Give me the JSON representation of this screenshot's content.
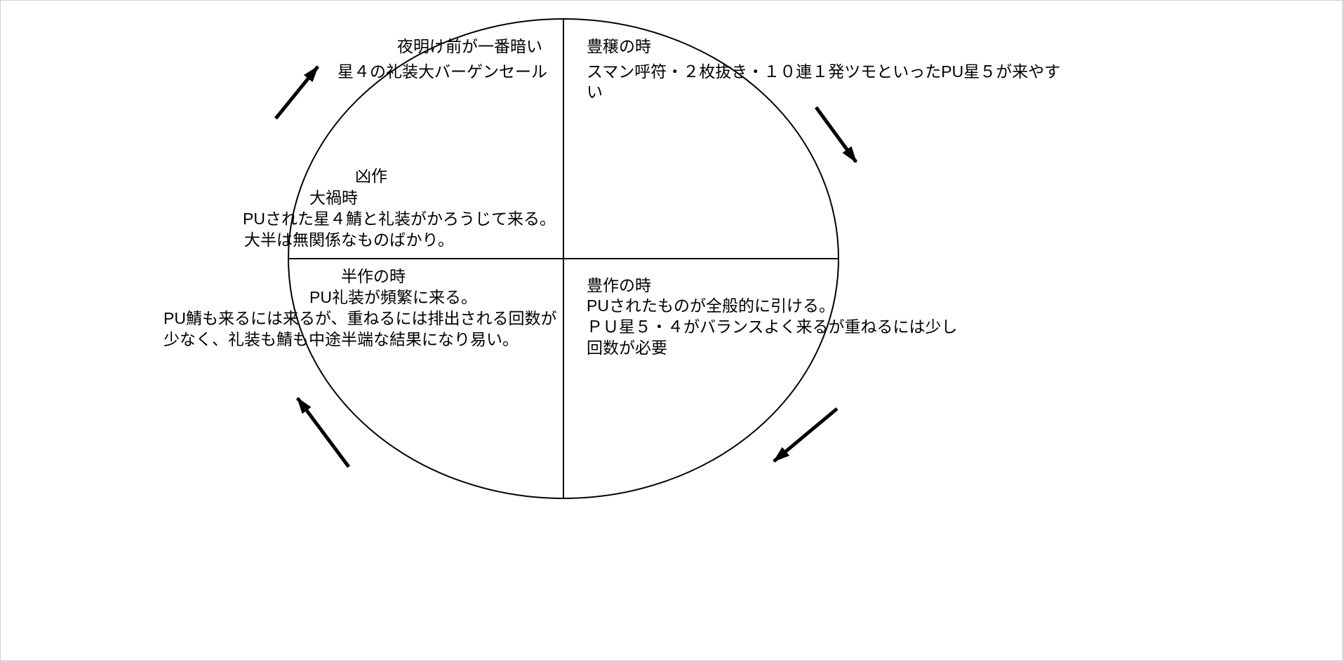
{
  "colors": {
    "background": "#ffffff",
    "stroke": "#000000",
    "page_border": "#cfcfcf"
  },
  "cycle": {
    "dawn": {
      "line1": "夜明け前が一番暗い",
      "line2": "星４の礼装大バーゲンセール"
    },
    "abundance": {
      "title": "豊穣の時",
      "body": "スマン呼符・２枚抜き・１０連１発ツモといったPU星５が来やすい"
    },
    "failure": {
      "line1": "凶作",
      "line2": "大禍時",
      "line3": "PUされた星４鯖と礼装がかろうじて来る。",
      "line4": "大半は無関係なものばかり。"
    },
    "half_harvest": {
      "title": "半作の時",
      "line1": "PU礼装が頻繁に来る。",
      "line2": "PU鯖も来るには来るが、重ねるには排出される回数が",
      "line3": "少なく、礼装も鯖も中途半端な結果になり易い。"
    },
    "good_harvest": {
      "title": "豊作の時",
      "line1": "PUされたものが全般的に引ける。",
      "line2": "ＰＵ星５・４がバランスよく来るが重ねるには少し",
      "line3": "回数が必要"
    }
  }
}
